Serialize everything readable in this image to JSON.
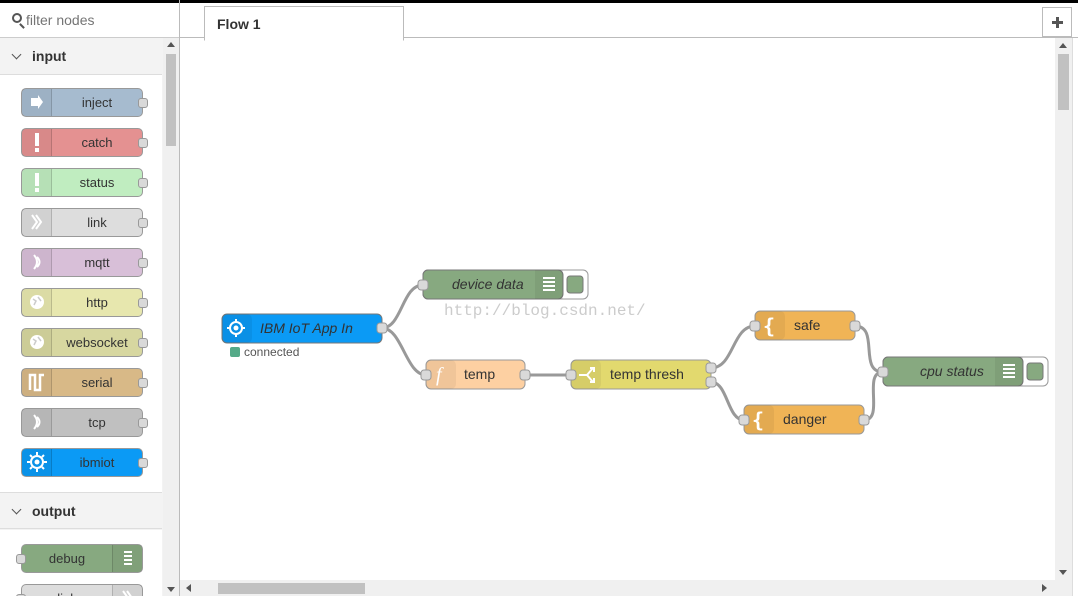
{
  "palette": {
    "search_placeholder": "filter nodes",
    "categories": [
      {
        "label": "input",
        "nodes": [
          {
            "label": "inject",
            "color": "#a6bbcf",
            "icon": "arrow-in-icon"
          },
          {
            "label": "catch",
            "color": "#e49191",
            "icon": "alert-icon"
          },
          {
            "label": "status",
            "color": "#c0edc0",
            "icon": "alert-icon"
          },
          {
            "label": "link",
            "color": "#dddddd",
            "icon": "link-icon"
          },
          {
            "label": "mqtt",
            "color": "#d8bfd8",
            "icon": "bridge-icon"
          },
          {
            "label": "http",
            "color": "#e7e7ae",
            "icon": "globe-icon"
          },
          {
            "label": "websocket",
            "color": "#d7d7a0",
            "icon": "globe-icon"
          },
          {
            "label": "serial",
            "color": "#d8b987",
            "icon": "serial-icon"
          },
          {
            "label": "tcp",
            "color": "#c0c0c0",
            "icon": "bridge-icon"
          },
          {
            "label": "ibmiot",
            "color": "#0b9af5",
            "icon": "chip-icon"
          }
        ]
      },
      {
        "label": "output",
        "nodes": [
          {
            "label": "debug",
            "color": "#87a980",
            "icon": "debug-icon"
          },
          {
            "label": "link",
            "color": "#dddddd",
            "icon": "link-icon"
          }
        ]
      }
    ]
  },
  "tabs": [
    {
      "label": "Flow 1"
    }
  ],
  "flow": {
    "watermark": "http://blog.csdn.net/",
    "nodes": [
      {
        "id": "ibm",
        "label": "IBM IoT App In",
        "color": "#0b9af5",
        "italic": true,
        "icon": "chip-icon",
        "status": "connected",
        "status_color": "#5a8"
      },
      {
        "id": "devdata",
        "label": "device data",
        "color": "#87a980",
        "italic": true,
        "icon": "debug-icon"
      },
      {
        "id": "temp",
        "label": "temp",
        "color": "#fdd0a2",
        "italic": false,
        "icon": "function-icon"
      },
      {
        "id": "thresh",
        "label": "temp thresh",
        "color": "#e2d96e",
        "italic": false,
        "icon": "switch-icon"
      },
      {
        "id": "safe",
        "label": "safe",
        "color": "#f0b456",
        "italic": false,
        "icon": "template-icon"
      },
      {
        "id": "danger",
        "label": "danger",
        "color": "#f0b456",
        "italic": false,
        "icon": "template-icon"
      },
      {
        "id": "cpu",
        "label": "cpu status",
        "color": "#87a980",
        "italic": true,
        "icon": "debug-icon"
      }
    ],
    "wires": [
      [
        "ibm",
        "devdata"
      ],
      [
        "ibm",
        "temp"
      ],
      [
        "temp",
        "thresh"
      ],
      [
        "thresh",
        "safe"
      ],
      [
        "thresh",
        "danger"
      ],
      [
        "safe",
        "cpu"
      ],
      [
        "danger",
        "cpu"
      ]
    ]
  }
}
